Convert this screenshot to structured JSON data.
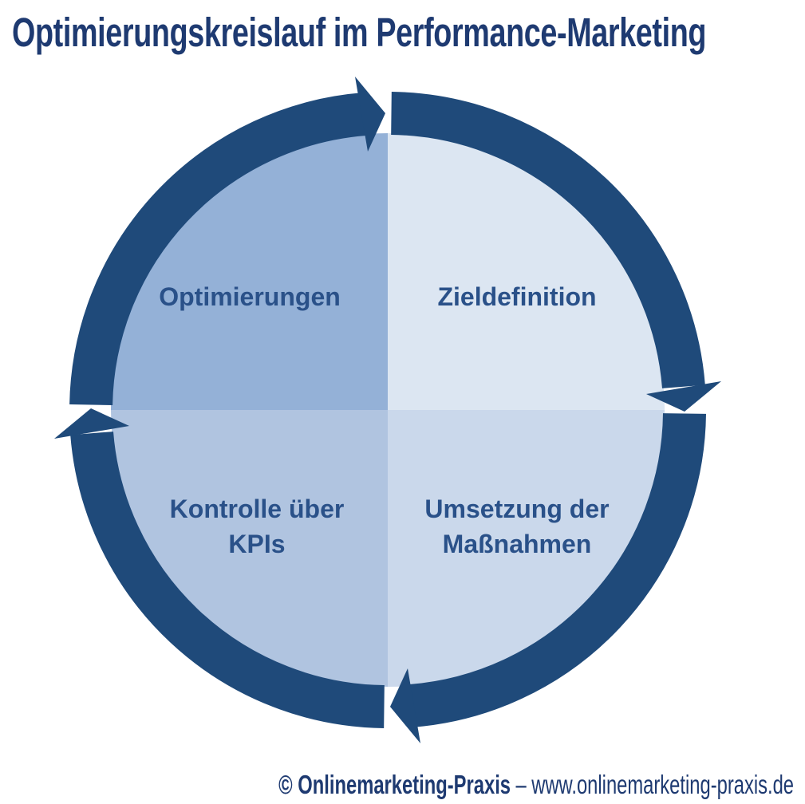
{
  "title": "Optimierungskreislauf im Performance-Marketing",
  "cycle": {
    "direction": "clockwise",
    "ring_color": "#1F4A7A",
    "steps": [
      {
        "label": "Zieldefinition",
        "position": "top-right",
        "color": "#DCE6F2"
      },
      {
        "label": "Umsetzung der Maßnahmen",
        "position": "bottom-right",
        "color": "#CAD8EB"
      },
      {
        "label": "Kontrolle über KPIs",
        "position": "bottom-left",
        "color": "#B0C4E0"
      },
      {
        "label": "Optimierungen",
        "position": "top-left",
        "color": "#94B1D7"
      }
    ]
  },
  "footer": {
    "copyright": "© Onlinemarketing-Praxis",
    "separator": "–",
    "website": "www.onlinemarketing-praxis.de"
  },
  "colors": {
    "background": "#FFFFFF",
    "title_text": "#1E3A71",
    "label_text": "#2A5189",
    "footer_text": "#1E3A71"
  }
}
